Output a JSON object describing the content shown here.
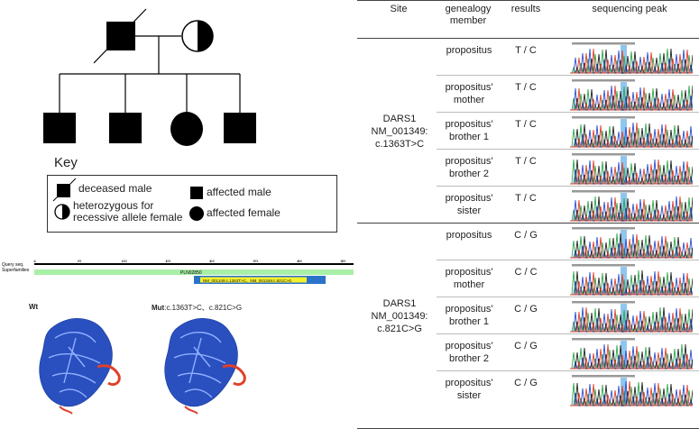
{
  "key": {
    "title": "Key",
    "deceased_male": "deceased male",
    "het_female": "heterozygous for\nrecessive allele female",
    "affected_male": "affected male",
    "affected_female": "affected female"
  },
  "domain": {
    "track1": "Query seq.",
    "track2": "Superfamilies",
    "domain_label": "PLN02850",
    "highlight": "NM_001349:c.1363T>C、NM_001349:c.821C>G",
    "ticks": [
      "1",
      "75",
      "150",
      "225",
      "300",
      "375",
      "450",
      "525"
    ]
  },
  "structures": {
    "wt_label": "Wt",
    "mut_label": "Mut",
    "mut_detail": ":c.1363T>C、c.821C>G"
  },
  "table": {
    "headers": {
      "site": "Site",
      "member": "genealogy member",
      "results": "results",
      "peak": "sequencing peak"
    },
    "groups": [
      {
        "site": "DARS1 NM_001349: c.1363T>C",
        "rows": [
          {
            "member": "propositus",
            "result": "T / C"
          },
          {
            "member": "propositus' mother",
            "result": "T / C"
          },
          {
            "member": "propositus' brother 1",
            "result": "T / C"
          },
          {
            "member": "propositus' brother 2",
            "result": "T / C"
          },
          {
            "member": "propositus' sister",
            "result": "T / C"
          }
        ]
      },
      {
        "site": "DARS1 NM_001349: c.821C>G",
        "rows": [
          {
            "member": "propositus",
            "result": "C / G"
          },
          {
            "member": "propositus' mother",
            "result": "C / C"
          },
          {
            "member": "propositus' brother 1",
            "result": "C / G"
          },
          {
            "member": "propositus' brother 2",
            "result": "C / G"
          },
          {
            "member": "propositus' sister",
            "result": "C / G"
          }
        ]
      }
    ]
  },
  "colors": {
    "highlight": "#8fc6f0",
    "domain_green": "#a8f0a8",
    "bar_blue": "#2a73c9",
    "hl_yellow": "#f4f02a"
  }
}
